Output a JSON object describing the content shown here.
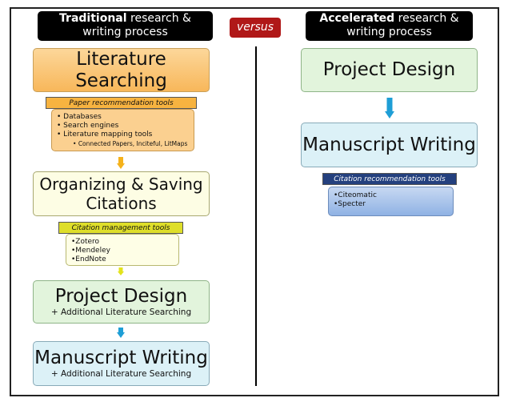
{
  "left_header": {
    "bold": "Traditional",
    "rest": " research &",
    "line2": "writing process"
  },
  "right_header": {
    "bold": "Accelerated",
    "rest": " research &",
    "line2": "writing process"
  },
  "versus": "versus",
  "traditional": {
    "literature_searching": "Literature Searching",
    "paper_tools_tab": "Paper recommendation tools",
    "paper_tools": [
      "Databases",
      "Search engines",
      "Literature mapping tools"
    ],
    "paper_tools_sub": "Connected Papers, Inciteful, LitMaps",
    "organizing_line1": "Organizing & Saving",
    "organizing_line2": "Citations",
    "citation_mgmt_tab": "Citation management tools",
    "citation_mgmt_tools": [
      "•Zotero",
      "•Mendeley",
      "•EndNote"
    ],
    "project_design": "Project Design",
    "project_design_sub": "+ Additional Literature Searching",
    "manuscript_writing": "Manuscript Writing",
    "manuscript_writing_sub": "+ Additional Literature Searching"
  },
  "accelerated": {
    "project_design": "Project Design",
    "manuscript_writing": "Manuscript Writing",
    "citation_rec_tab": "Citation recommendation tools",
    "citation_rec_tools": [
      "•Citeomatic",
      "•Specter"
    ]
  },
  "colors": {
    "orange_arrow": "#f5b21b",
    "yellow_arrow": "#e3e31c",
    "blue_arrow": "#1e9ed6",
    "versus_bg": "#b01818"
  }
}
